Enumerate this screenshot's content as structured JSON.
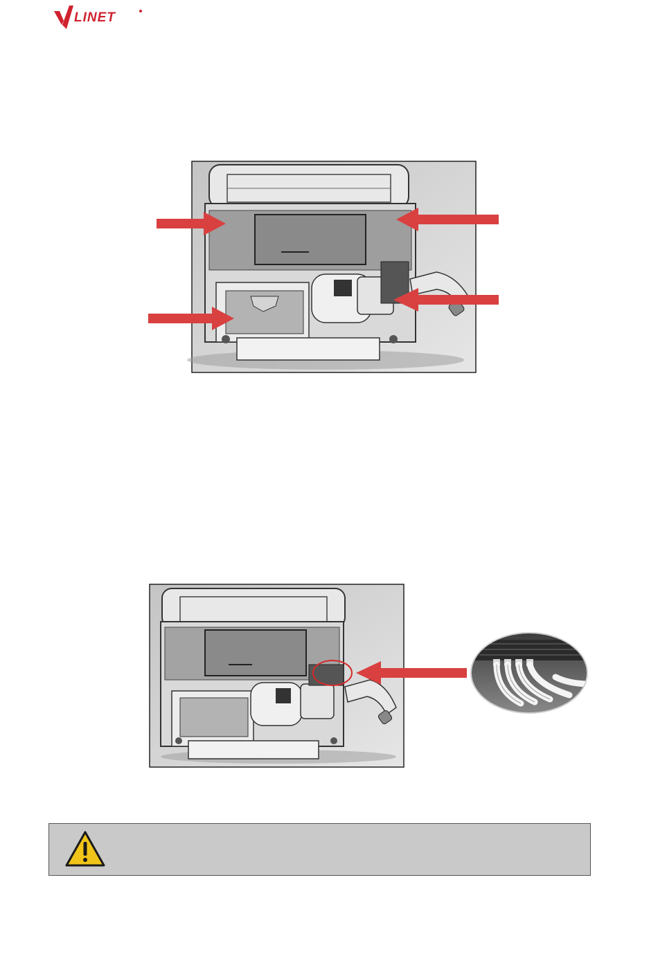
{
  "header": {
    "logo_text": "LINET",
    "logo_color": "#d0222e"
  },
  "figure_1": {
    "arrow_color": "#d94040",
    "arrow_count": 4
  },
  "figure_2": {
    "arrow_color": "#d94040",
    "highlight_color": "#d42a2a",
    "detail_inset": "connector-cables-closeup"
  },
  "warning": {
    "icon": "warning-triangle-icon",
    "background": "#c9c9c9",
    "text": ""
  }
}
